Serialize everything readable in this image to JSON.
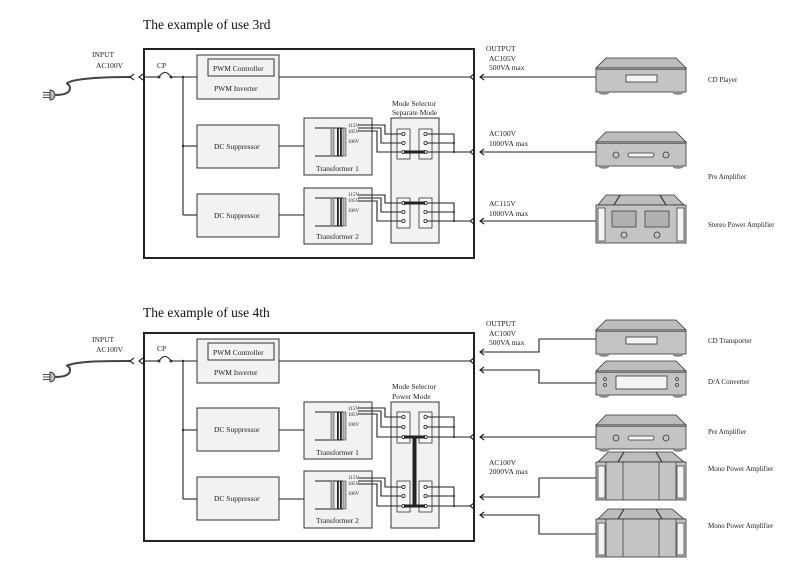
{
  "diagrams": [
    {
      "title": "The example of use 3rd",
      "input": {
        "label": "INPUT",
        "voltage": "AC100V"
      },
      "cp_label": "CP",
      "pwm_controller": "PWM Controller",
      "pwm_inverter": "PWM Inverter",
      "dc_suppressor_1": "DC Suppressor",
      "dc_suppressor_2": "DC Suppressor",
      "transformer_1": "Transformer 1",
      "transformer_2": "Transformer 2",
      "taps": [
        "115V",
        "105V",
        "100V"
      ],
      "mode_selector": {
        "title": "Mode Selector",
        "mode": "Separate Mode"
      },
      "outputs": [
        {
          "header": "OUTPUT",
          "voltage": "AC105V",
          "capacity": "500VA max"
        },
        {
          "voltage": "AC100V",
          "capacity": "1000VA max"
        },
        {
          "voltage": "AC115V",
          "capacity": "1000VA max"
        }
      ],
      "devices": [
        "CD Player",
        "Pre Amplifier",
        "Stereo Power Amplifier"
      ]
    },
    {
      "title": "The example of use 4th",
      "input": {
        "label": "INPUT",
        "voltage": "AC100V"
      },
      "cp_label": "CP",
      "pwm_controller": "PWM Controller",
      "pwm_inverter": "PWM Inverter",
      "dc_suppressor_1": "DC Suppressor",
      "dc_suppressor_2": "DC Suppressor",
      "transformer_1": "Transformer 1",
      "transformer_2": "Transformer 2",
      "taps": [
        "115V",
        "105V",
        "100V"
      ],
      "mode_selector": {
        "title": "Mode Selector",
        "mode": "Power Mode"
      },
      "outputs": [
        {
          "header": "OUTPUT",
          "voltage": "AC100V",
          "capacity": "500VA max"
        },
        {
          "voltage": "AC100V",
          "capacity": "2000VA max"
        }
      ],
      "devices": [
        "CD Transporter",
        "D/A Converter",
        "Pre Amplifier",
        "Mono Power Amplifier",
        "Mono Power Amplifier"
      ]
    }
  ]
}
